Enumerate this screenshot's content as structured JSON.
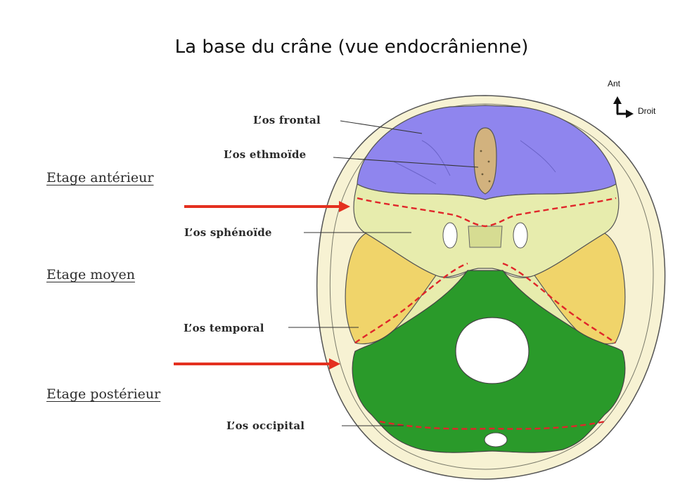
{
  "title": "La base du crâne (vue endocrânienne)",
  "orientation": {
    "up": "Ant",
    "right": "Droit"
  },
  "stages": [
    {
      "label": "Etage antérieur"
    },
    {
      "label": "Etage moyen"
    },
    {
      "label": "Etage postérieur"
    }
  ],
  "bones": [
    {
      "label": "L’os frontal",
      "color": "#8f85ee"
    },
    {
      "label": "L’os ethmoïde",
      "color": "#d2b27e"
    },
    {
      "label": "L’os sphénoïde",
      "color": "#e7ecad"
    },
    {
      "label": "L’os temporal",
      "color": "#f0d46a"
    },
    {
      "label": "L’os occipital",
      "color": "#2a9a2a"
    }
  ],
  "colors": {
    "skull_rim": "#f7f2d3",
    "outline": "#444444",
    "stage_boundary": "#e0262a",
    "arrow": "#e4301f"
  }
}
